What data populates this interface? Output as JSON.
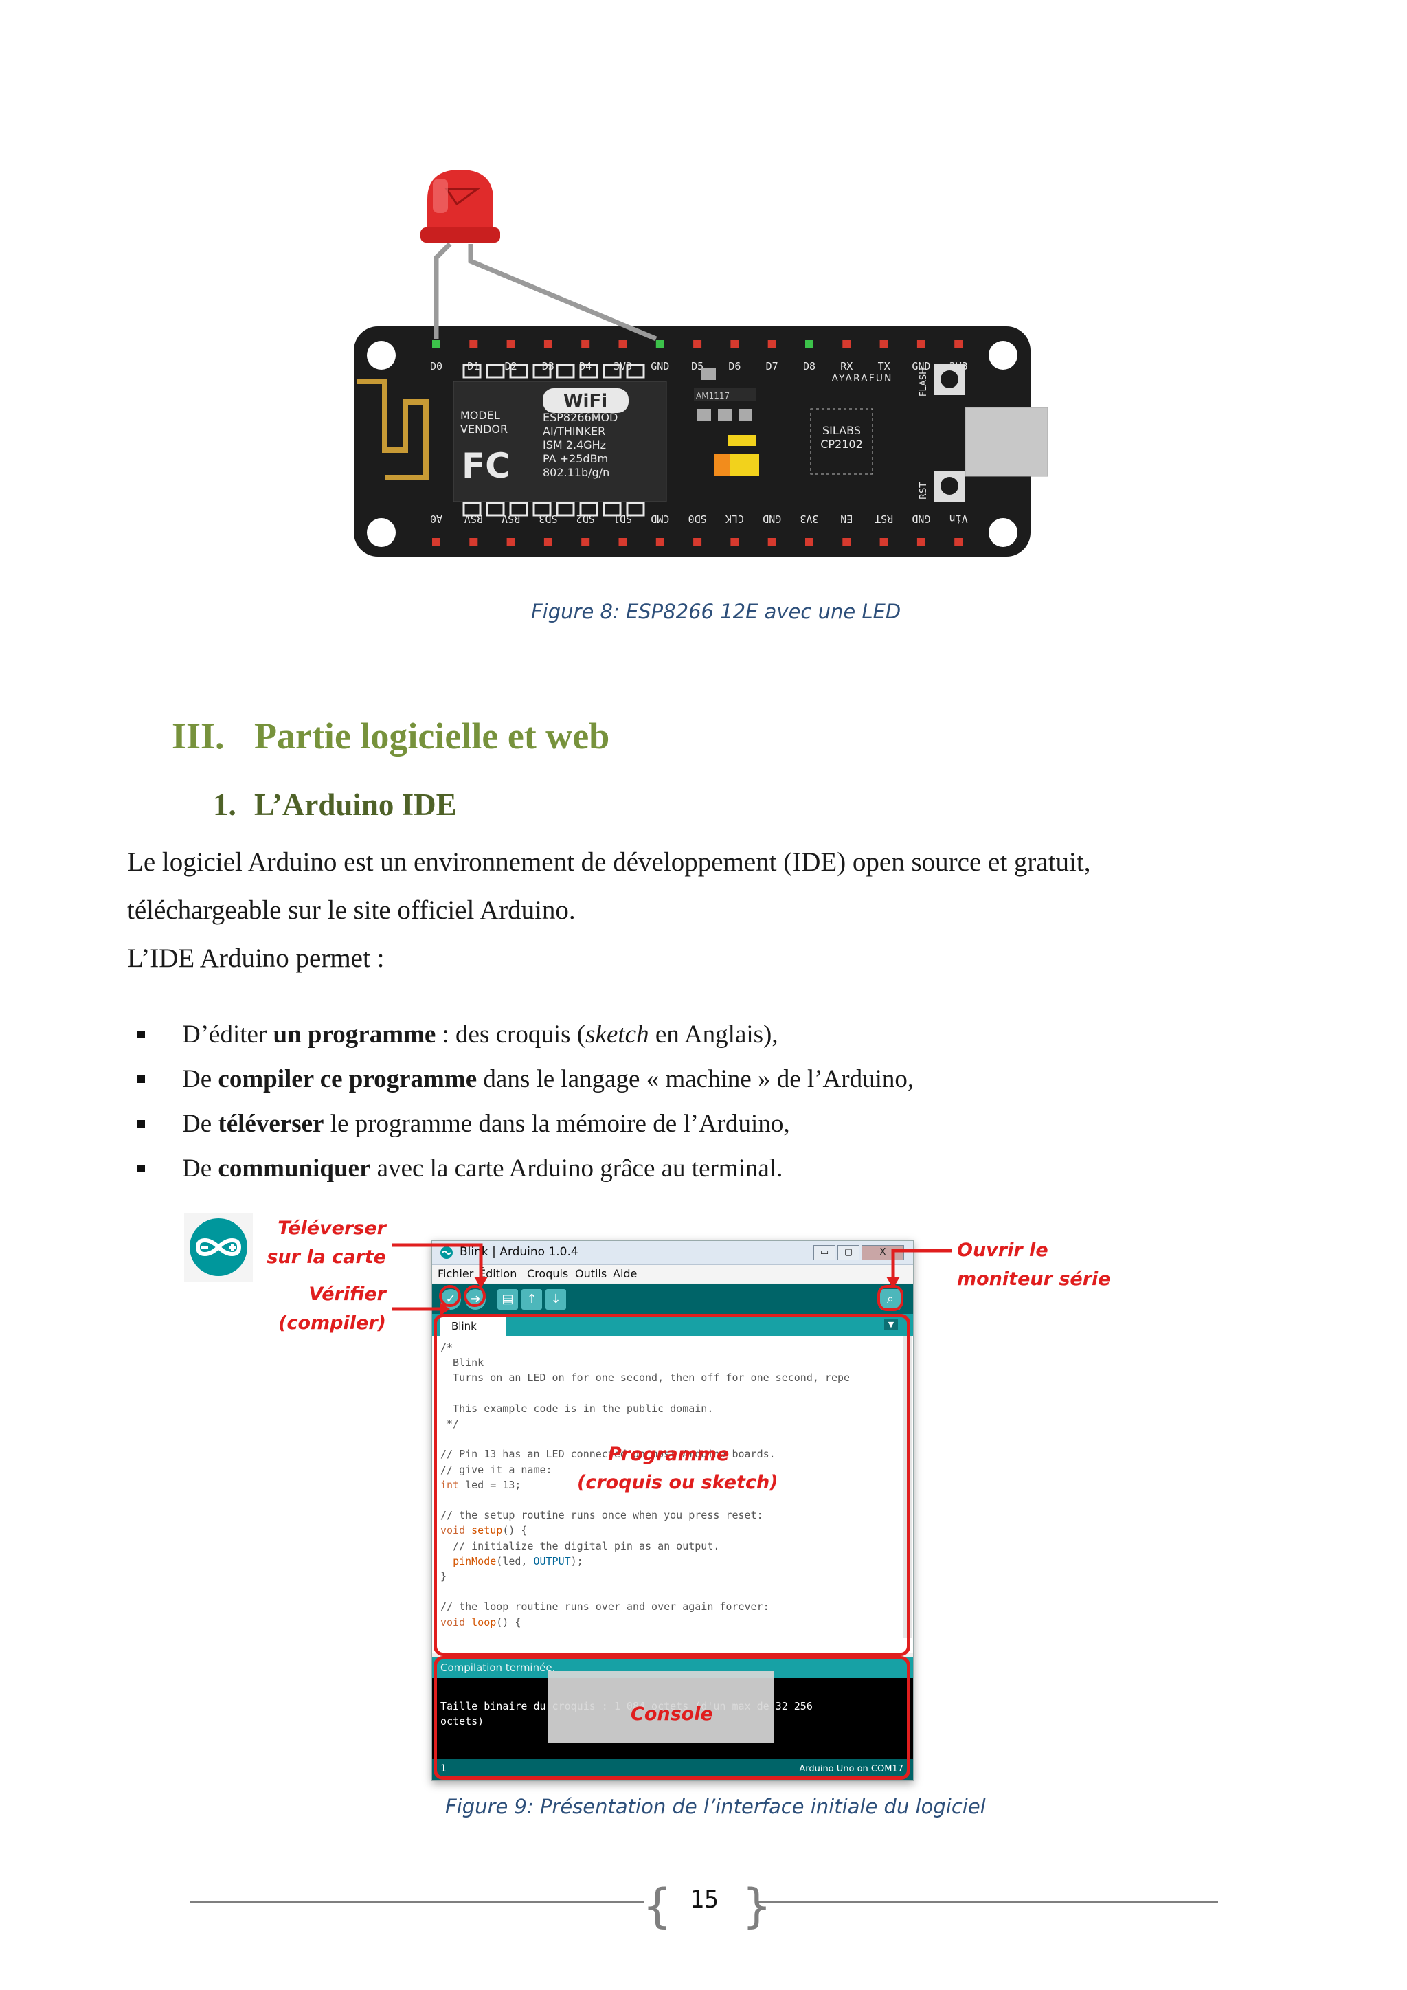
{
  "figure8": {
    "caption": "Figure 8: ESP8266 12E avec une LED",
    "board": {
      "top_pins": [
        "D0",
        "D1",
        "D2",
        "D3",
        "D4",
        "3V3",
        "GND",
        "D5",
        "D6",
        "D7",
        "D8",
        "RX",
        "TX",
        "GND",
        "3V3"
      ],
      "bottom_pins": [
        "A0",
        "RSV",
        "RSV",
        "SD3",
        "SD2",
        "SD1",
        "CMD",
        "SD0",
        "CLK",
        "GND",
        "3V3",
        "EN",
        "RST",
        "GND",
        "Vin"
      ],
      "module_lines": [
        "ESP8266MOD",
        "AI/THINKER",
        "ISM 2.4GHz",
        "PA +25dBm",
        "802.11b/g/n"
      ],
      "model_label": "MODEL",
      "vendor_label": "VENDOR",
      "wifi_logo": "WiFi",
      "fcc_logo": "FC",
      "chip_label": "AM1117",
      "brand": "AYARAFUN",
      "usb_chip_lines": [
        "SILABS",
        "CP2102"
      ],
      "flash_label": "FLASH",
      "rst_label": "RST",
      "led_color": "#e02b2b",
      "board_color": "#1c1c1c"
    }
  },
  "section": {
    "number": "III.",
    "title": "Partie logicielle et web",
    "color": "#77923c"
  },
  "subsection": {
    "number": "1.",
    "title": "L’Arduino IDE",
    "color": "#4f6228"
  },
  "paragraphs": {
    "p1": "Le logiciel Arduino est un environnement de développement (IDE) open source et gratuit,",
    "p2": "téléchargeable sur le site officiel Arduino.",
    "p3": "L’IDE Arduino permet :"
  },
  "bullets": [
    {
      "pre": "D’éditer ",
      "bold": "un programme",
      "mid": " : des croquis (",
      "italic": "sketch",
      "post": " en Anglais),"
    },
    {
      "pre": "De ",
      "bold": "compiler ce programme",
      "post": " dans le langage « machine » de l’Arduino,"
    },
    {
      "pre": "De ",
      "bold": "téléverser",
      "post": " le programme dans la mémoire de l’Arduino,"
    },
    {
      "pre": "De ",
      "bold": "communiquer",
      "post": " avec la carte Arduino grâce au terminal."
    }
  ],
  "figure9": {
    "caption": "Figure 9: Présentation de l’interface initiale du logiciel",
    "callouts": {
      "upload": [
        "Téléverser",
        "sur la carte"
      ],
      "verify": [
        "Vérifier",
        "(compiler)"
      ],
      "monitor": [
        "Ouvrir le",
        "moniteur série"
      ],
      "program": [
        "Programme",
        "(croquis ou sketch)"
      ],
      "console": "Console"
    },
    "ide": {
      "title": "Blink | Arduino 1.0.4",
      "window_buttons": [
        "▭",
        "▢",
        "X"
      ],
      "menu": [
        "Fichier",
        "Édition",
        "Croquis",
        "Outils",
        "Aide"
      ],
      "tab": "Blink",
      "status": "Compilation terminée.",
      "console_lines": [
        "Taille binaire du croquis : 1 084 octets (d'un max de 32 256",
        "octets)"
      ],
      "line_number": "1",
      "board": "Arduino Uno on COM17",
      "accent": "#006468",
      "tab_color": "#17a1a5"
    }
  },
  "footer": {
    "page_number": "15"
  }
}
